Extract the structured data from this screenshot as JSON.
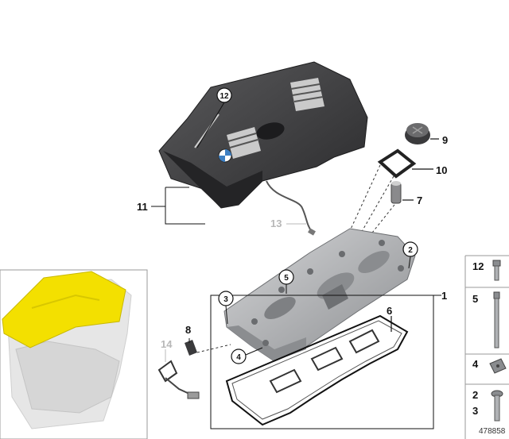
{
  "diagram": {
    "document_number": "478858",
    "labels": {
      "part_1": "1",
      "part_6": "6",
      "part_7": "7",
      "part_8": "8",
      "part_9": "9",
      "part_10": "10",
      "part_11": "11",
      "part_13": "13",
      "part_14": "14"
    },
    "callouts": {
      "c12": "12",
      "c5": "5",
      "c3": "3",
      "c2": "2",
      "c4": "4"
    },
    "parts_legend": [
      {
        "label": "12"
      },
      {
        "label": "5"
      },
      {
        "label": "4"
      },
      {
        "label": "2"
      },
      {
        "label": "3"
      }
    ],
    "colors": {
      "highlight": "#f3e000",
      "cover": "#3c3c3e",
      "head": "#a7a9ac",
      "line": "#111111",
      "greyed": "#b8b8b8"
    }
  }
}
